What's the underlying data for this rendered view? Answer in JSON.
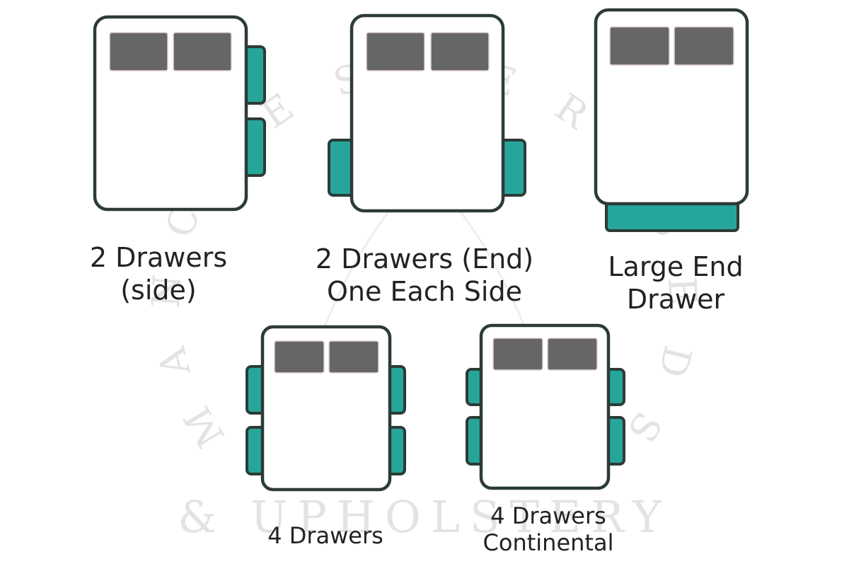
{
  "colors": {
    "drawer": "#26a69a",
    "outline": "#2c3b37",
    "pillow": "#666666",
    "bed": "#ffffff",
    "watermark": "#e3e3e3"
  },
  "watermark": {
    "arc_text": "MANCHESTER BEDS",
    "bottom_text": "& UPHOLSTERY"
  },
  "configurations": [
    {
      "id": "two-drawers-side",
      "label_lines": [
        "2 Drawers",
        "(side)"
      ]
    },
    {
      "id": "two-drawers-end",
      "label_lines": [
        "2 Drawers (End)",
        "One Each Side"
      ]
    },
    {
      "id": "large-end-drawer",
      "label_lines": [
        "Large End",
        "Drawer"
      ]
    },
    {
      "id": "four-drawers",
      "label_lines": [
        "4 Drawers"
      ]
    },
    {
      "id": "four-drawers-continental",
      "label_lines": [
        "4 Drawers",
        "Continental"
      ]
    }
  ]
}
